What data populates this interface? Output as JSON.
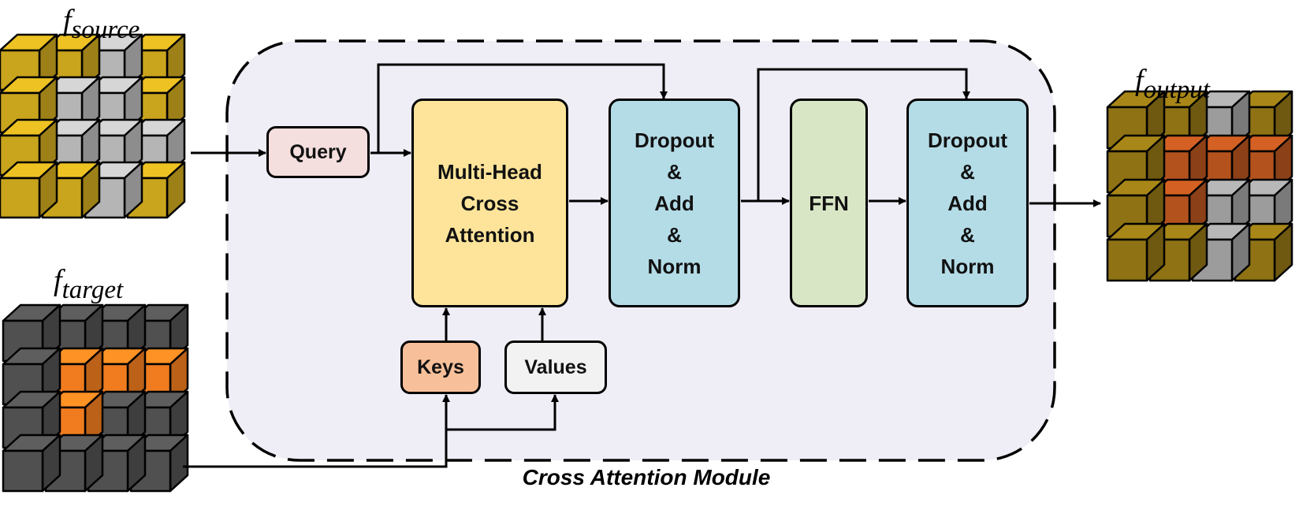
{
  "labels": {
    "source": {
      "f": "f",
      "sub": "source"
    },
    "target": {
      "f": "f",
      "sub": "target"
    },
    "output": {
      "f": "f",
      "sub": "output"
    }
  },
  "module_caption": "Cross Attention Module",
  "blocks": {
    "query": "Query",
    "keys": "Keys",
    "values": "Values",
    "attention": [
      "Multi-Head",
      "Cross",
      "Attention"
    ],
    "dropout1": [
      "Dropout",
      "&",
      "Add",
      "&",
      "Norm"
    ],
    "ffn": "FFN",
    "dropout2": [
      "Dropout",
      "&",
      "Add",
      "&",
      "Norm"
    ]
  },
  "colors": {
    "module_bg": "#efedf5",
    "query": "#f5dede",
    "keys": "#f7c09a",
    "values": "#f2f2f2",
    "attention": "#fde49a",
    "dropout": "#b4dce7",
    "ffn": "#d8e6c5",
    "source_cube": "#c9a41d",
    "source_gray": "#b5b5b5",
    "target_cube": "#505050",
    "target_orange": "#f07c1f",
    "output_cube": "#8e7214",
    "output_orange": "#b4521e",
    "output_gray": "#9c9c9c"
  },
  "grids": {
    "source": [
      [
        "c",
        "c",
        "g",
        "c"
      ],
      [
        "c",
        "g",
        "g",
        "c"
      ],
      [
        "c",
        "g",
        "g",
        "g"
      ],
      [
        "c",
        "c",
        "g",
        "c"
      ]
    ],
    "target": [
      [
        "c",
        "c",
        "c",
        "c"
      ],
      [
        "c",
        "o",
        "o",
        "o"
      ],
      [
        "c",
        "o",
        "c",
        "c"
      ],
      [
        "c",
        "c",
        "c",
        "c"
      ]
    ],
    "output": [
      [
        "c",
        "c",
        "g",
        "c"
      ],
      [
        "c",
        "o",
        "o",
        "o"
      ],
      [
        "c",
        "o",
        "g",
        "g"
      ],
      [
        "c",
        "c",
        "g",
        "c"
      ]
    ]
  }
}
